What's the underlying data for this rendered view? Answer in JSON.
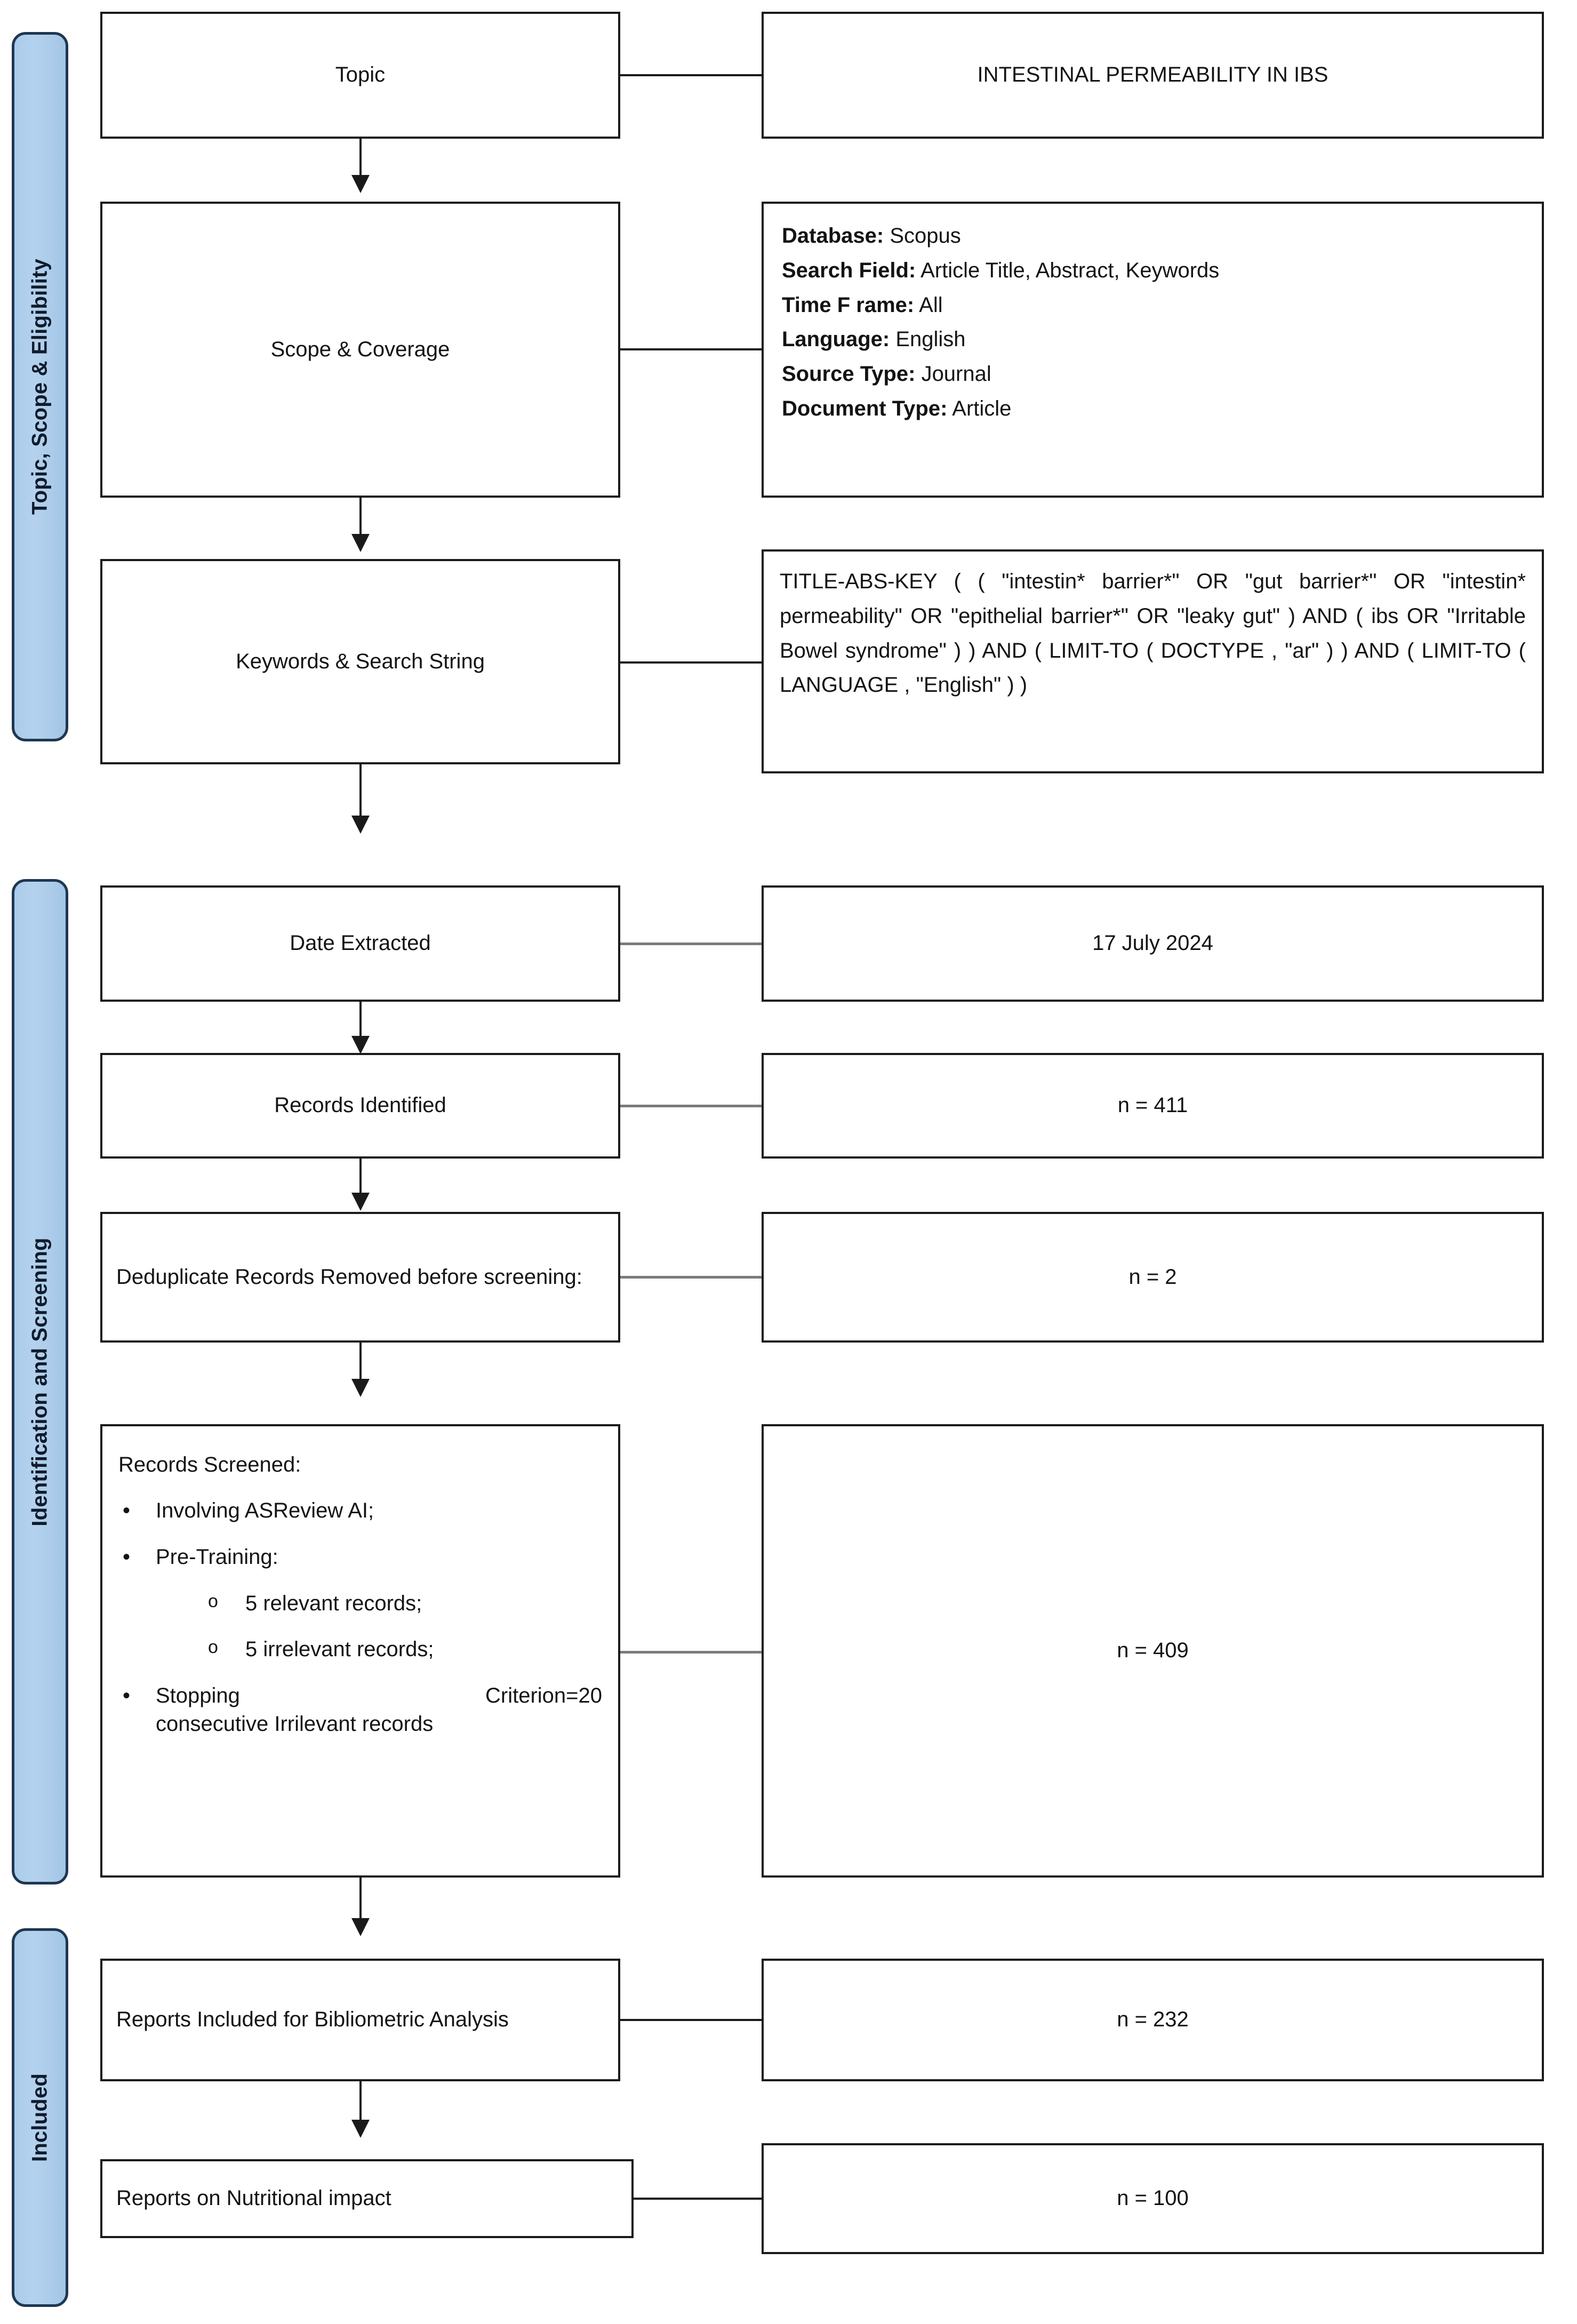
{
  "diagram": {
    "title": "PRISMA Flow Diagram",
    "accent_color": "#a9cbea",
    "border_color": "#1f3750",
    "box_border_color": "#1a1a1a"
  },
  "stages": [
    {
      "id": "topic-scope-eligibility",
      "label": "Topic, Scope & Eligibility"
    },
    {
      "id": "identification-and-screening",
      "label": "Identification and Screening"
    },
    {
      "id": "included",
      "label": "Included"
    }
  ],
  "rows": {
    "topic": {
      "left_label": "Topic",
      "right_value": "INTESTINAL PERMEABILITY IN IBS"
    },
    "scope": {
      "left_label": "Scope & Coverage",
      "details": [
        {
          "key": "Database:",
          "value": "Scopus"
        },
        {
          "key": "Search Field:",
          "value": "Article Title, Abstract, Keywords"
        },
        {
          "key": "Time F rame:",
          "value": "All"
        },
        {
          "key": "Language:",
          "value": "English"
        },
        {
          "key": "Source Type:",
          "value": "Journal"
        },
        {
          "key": "Document Type:",
          "value": "Article"
        }
      ]
    },
    "keywords": {
      "left_label": "Keywords & Search String",
      "query": "TITLE-ABS-KEY ( ( \"intestin* barrier*\" OR \"gut barrier*\" OR \"intestin* permeability\" OR \"epithelial barrier*\" OR \"leaky gut\" ) AND ( ibs OR \"Irritable Bowel syndrome\" ) ) AND ( LIMIT-TO ( DOCTYPE , \"ar\" ) ) AND ( LIMIT-TO ( LANGUAGE , \"English\" ) )"
    },
    "date_extracted": {
      "left_label": "Date Extracted",
      "right_value": "17 July 2024"
    },
    "records_identified": {
      "left_label": "Records Identified",
      "right_value": "n = 411"
    },
    "deduplicate": {
      "left_label": "Deduplicate Records Removed before screening:",
      "right_value": "n = 2"
    },
    "records_screened": {
      "title": "Records Screened:",
      "bullets": [
        {
          "mark": "•",
          "text": "Involving ASReview AI;",
          "level": 1
        },
        {
          "mark": "•",
          "text": "Pre-Training:",
          "level": 1
        },
        {
          "mark": "o",
          "text": "5 relevant records;",
          "level": 2
        },
        {
          "mark": "o",
          "text": "5 irrelevant records;",
          "level": 2
        },
        {
          "mark": "•",
          "text_left": "Stopping",
          "text_right": "Criterion=20",
          "text_second_line": "consecutive Irrilevant records",
          "level": 1
        }
      ],
      "right_value": "n = 409"
    },
    "reports_included": {
      "left_label": "Reports Included for Bibliometric Analysis",
      "right_value": "n = 232"
    },
    "reports_nutritional": {
      "left_label": "Reports  on Nutritional impact",
      "right_value": "n = 100"
    }
  }
}
